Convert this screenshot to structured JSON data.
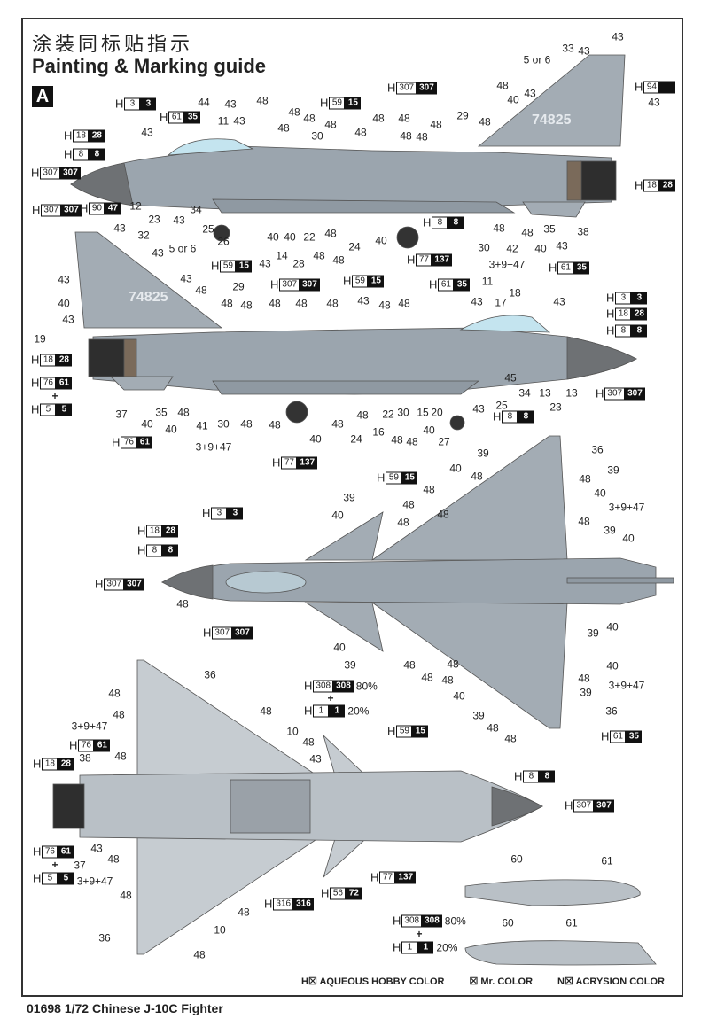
{
  "header": {
    "title_cn": "涂装同标贴指示",
    "title_en": "Painting & Marking guide",
    "variant": "A"
  },
  "colors": {
    "fuselage": "#9ba5ae",
    "nose": "#6e7174",
    "canopy": "#c4e4ef",
    "exhaust": "#2e2e2e",
    "nozzle_ring": "#7a6a5a"
  },
  "serial_number": "74825",
  "callouts": [
    {
      "h": "3",
      "mr": "3"
    },
    {
      "h": "61",
      "mr": "35"
    },
    {
      "h": "18",
      "mr": "28"
    },
    {
      "h": "8",
      "mr": "8"
    },
    {
      "h": "307",
      "mr": "307"
    },
    {
      "h": "59",
      "mr": "15"
    },
    {
      "h": "307",
      "mr": "307"
    },
    {
      "h": "94",
      "mr": ""
    },
    {
      "h": "18",
      "mr": "28"
    },
    {
      "h": "8",
      "mr": "8"
    },
    {
      "h": "77",
      "mr": "137"
    },
    {
      "h": "61",
      "mr": "35"
    },
    {
      "h": "307",
      "mr": "307"
    },
    {
      "h": "90",
      "mr": "47"
    },
    {
      "h": "59",
      "mr": "15"
    },
    {
      "h": "59",
      "mr": "15"
    },
    {
      "h": "307",
      "mr": "307"
    },
    {
      "h": "61",
      "mr": "35"
    },
    {
      "h": "3",
      "mr": "3"
    },
    {
      "h": "18",
      "mr": "28"
    },
    {
      "h": "8",
      "mr": "8"
    },
    {
      "h": "307",
      "mr": "307"
    },
    {
      "h": "18",
      "mr": "28"
    },
    {
      "h": "76",
      "mr": "61"
    },
    {
      "h": "5",
      "mr": "5"
    },
    {
      "h": "76",
      "mr": "61"
    },
    {
      "h": "77",
      "mr": "137"
    },
    {
      "h": "8",
      "mr": "8"
    },
    {
      "h": "59",
      "mr": "15"
    },
    {
      "h": "3",
      "mr": "3"
    },
    {
      "h": "18",
      "mr": "28"
    },
    {
      "h": "8",
      "mr": "8"
    },
    {
      "h": "307",
      "mr": "307"
    },
    {
      "h": "307",
      "mr": "307"
    },
    {
      "h": "61",
      "mr": "35"
    },
    {
      "h": "308",
      "mr": "308",
      "pct": "80%"
    },
    {
      "h": "1",
      "mr": "1",
      "pct": "20%"
    },
    {
      "h": "59",
      "mr": "15"
    },
    {
      "h": "76",
      "mr": "61"
    },
    {
      "h": "18",
      "mr": "28"
    },
    {
      "h": "8",
      "mr": "8"
    },
    {
      "h": "307",
      "mr": "307"
    },
    {
      "h": "76",
      "mr": "61"
    },
    {
      "h": "5",
      "mr": "5"
    },
    {
      "h": "77",
      "mr": "137"
    },
    {
      "h": "56",
      "mr": "72"
    },
    {
      "h": "316",
      "mr": "316"
    },
    {
      "h": "308",
      "mr": "308",
      "pct": "80%"
    },
    {
      "h": "1",
      "mr": "1",
      "pct": "20%"
    }
  ],
  "plus_sign": "+",
  "part_labels": [
    "44",
    "43",
    "48",
    "11",
    "43",
    "43",
    "48",
    "48",
    "48",
    "30",
    "48",
    "48",
    "48",
    "48",
    "48",
    "48",
    "48",
    "29",
    "48",
    "40",
    "48",
    "43",
    "5 or 6",
    "33",
    "43",
    "43",
    "43",
    "12",
    "23",
    "43",
    "34",
    "25",
    "26",
    "43",
    "40",
    "40",
    "14",
    "28",
    "22",
    "48",
    "48",
    "48",
    "24",
    "40",
    "30",
    "42",
    "48",
    "48",
    "40",
    "35",
    "43",
    "38",
    "3+9+47",
    "43",
    "32",
    "43",
    "5 or 6",
    "43",
    "40",
    "43",
    "19",
    "43",
    "48",
    "29",
    "48",
    "48",
    "48",
    "48",
    "48",
    "43",
    "48",
    "48",
    "11",
    "18",
    "43",
    "17",
    "43",
    "45",
    "34",
    "13",
    "13",
    "25",
    "23",
    "43",
    "37",
    "40",
    "35",
    "40",
    "48",
    "41",
    "30",
    "48",
    "48",
    "40",
    "48",
    "48",
    "24",
    "16",
    "22",
    "48",
    "30",
    "48",
    "15",
    "20",
    "40",
    "27",
    "3+9+47",
    "39",
    "36",
    "39",
    "40",
    "48",
    "48",
    "48",
    "40",
    "3+9+47",
    "48",
    "39",
    "40",
    "39",
    "40",
    "48",
    "48",
    "48",
    "48",
    "40",
    "39",
    "39",
    "40",
    "48",
    "48",
    "48",
    "48",
    "40",
    "40",
    "48",
    "3+9+47",
    "39",
    "39",
    "48",
    "48",
    "36",
    "36",
    "48",
    "48",
    "48",
    "3+9+47",
    "10",
    "48",
    "48",
    "38",
    "43",
    "43",
    "48",
    "37",
    "3+9+47",
    "48",
    "48",
    "10",
    "36",
    "48",
    "60",
    "61",
    "60",
    "61"
  ],
  "legend": [
    {
      "prefix": "H",
      "label": "AQUEOUS HOBBY COLOR"
    },
    {
      "prefix": "",
      "label": "Mr. COLOR"
    },
    {
      "prefix": "N",
      "label": "ACRYSION COLOR"
    }
  ],
  "footer": "01698 1/72 Chinese J-10C Fighter"
}
